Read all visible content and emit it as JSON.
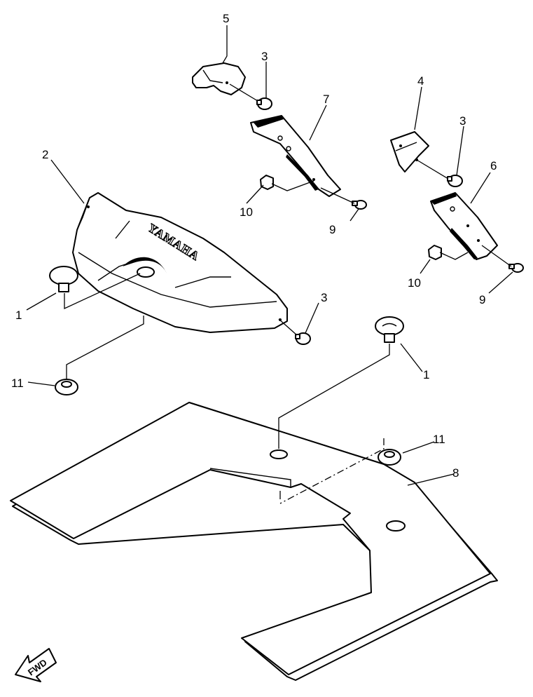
{
  "callouts": {
    "c1a": "1",
    "c1b": "1",
    "c2": "2",
    "c3a": "3",
    "c3b": "3",
    "c3c": "3",
    "c4": "4",
    "c5": "5",
    "c6": "6",
    "c7": "7",
    "c8": "8",
    "c9a": "9",
    "c9b": "9",
    "c10a": "10",
    "c10b": "10",
    "c11a": "11",
    "c11b": "11"
  },
  "brand_text": "YAMAHA",
  "fwd_label": "FWD"
}
